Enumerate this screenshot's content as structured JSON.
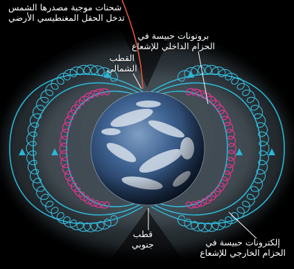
{
  "labels": {
    "solar_particles": [
      "شحنات موجبة مصدرها الشمس",
      "تدخل الحقل المغنطيسي الأرضي"
    ],
    "north_pole": [
      "القطب",
      "الشمالي"
    ],
    "inner_belt": [
      "بروتونات حبيسة في",
      "الحزام الداخلي للإشعاع"
    ],
    "south_pole": [
      "قطب",
      "جنوبي"
    ],
    "outer_belt": [
      "إلكترونات حبيسة في",
      "الحزام الخارجي للإشعاع"
    ]
  },
  "colors": {
    "background": "#000000",
    "magnetosphere_glow": "#5a6a73",
    "field_lines": "#2bb6d6",
    "inner_belt": "#e0358c",
    "earth_ocean": "#2d4f7c",
    "earth_cloud": "#dfe7ef",
    "particle_track": "#e2573a",
    "pointer": "#ffffff"
  }
}
